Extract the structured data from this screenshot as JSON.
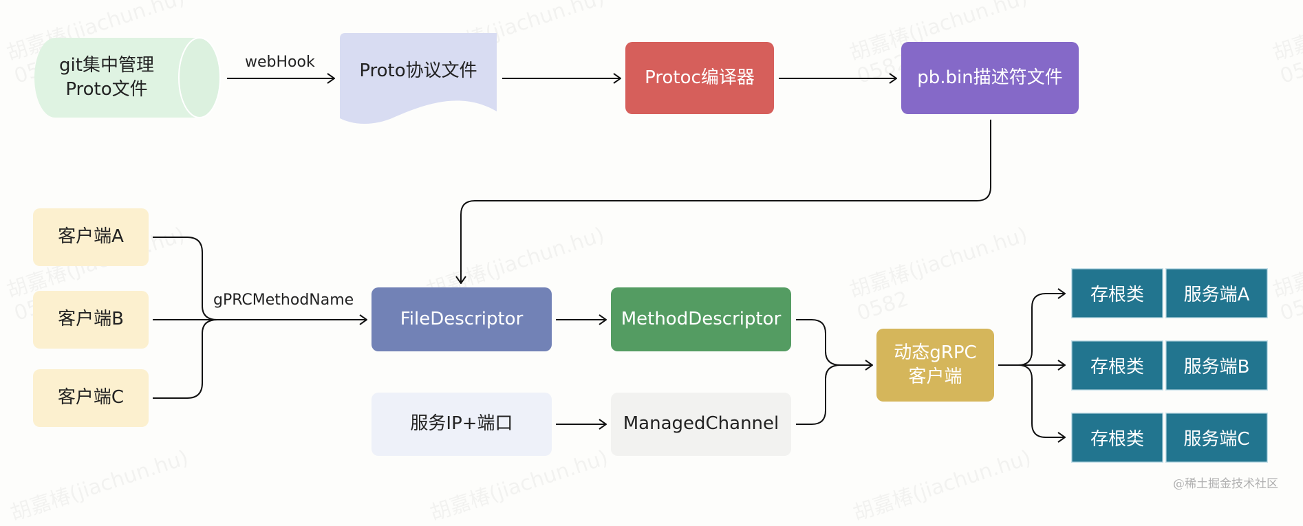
{
  "watermark": {
    "name": "胡嘉椿(jiachun.hu)",
    "id": "0582"
  },
  "nodes": {
    "git_repo": {
      "line1": "git集中管理",
      "line2": "Proto文件",
      "color": "#dff3e2"
    },
    "proto_file": {
      "label": "Proto协议文件",
      "color": "#d8dcf2"
    },
    "protoc": {
      "label": "Protoc编译器",
      "color": "#d65f5b"
    },
    "pb_bin": {
      "label": "pb.bin描述符文件",
      "color": "#8569c8"
    },
    "clients": [
      {
        "label": "客户端A"
      },
      {
        "label": "客户端B"
      },
      {
        "label": "客户端C"
      }
    ],
    "client_color": "#fcf0cf",
    "file_descriptor": {
      "label": "FileDescriptor",
      "color": "#7282b6"
    },
    "method_descriptor": {
      "label": "MethodDescriptor",
      "color": "#549c62"
    },
    "service_ip_port": {
      "label": "服务IP+端口",
      "color": "#eef1f9"
    },
    "managed_channel": {
      "label": "ManagedChannel",
      "color": "#f2f2f0"
    },
    "dynamic_client": {
      "line1": "动态gRPC",
      "line2": "客户端",
      "color": "#d5b65b"
    },
    "servers": [
      {
        "stub": "存根类",
        "server": "服务端A"
      },
      {
        "stub": "存根类",
        "server": "服务端B"
      },
      {
        "stub": "存根类",
        "server": "服务端C"
      }
    ],
    "server_color": "#22758f"
  },
  "edges": {
    "webhook_label": "webHook",
    "method_name_label": "gPRCMethodName"
  },
  "footer": "@稀土掘金技术社区"
}
